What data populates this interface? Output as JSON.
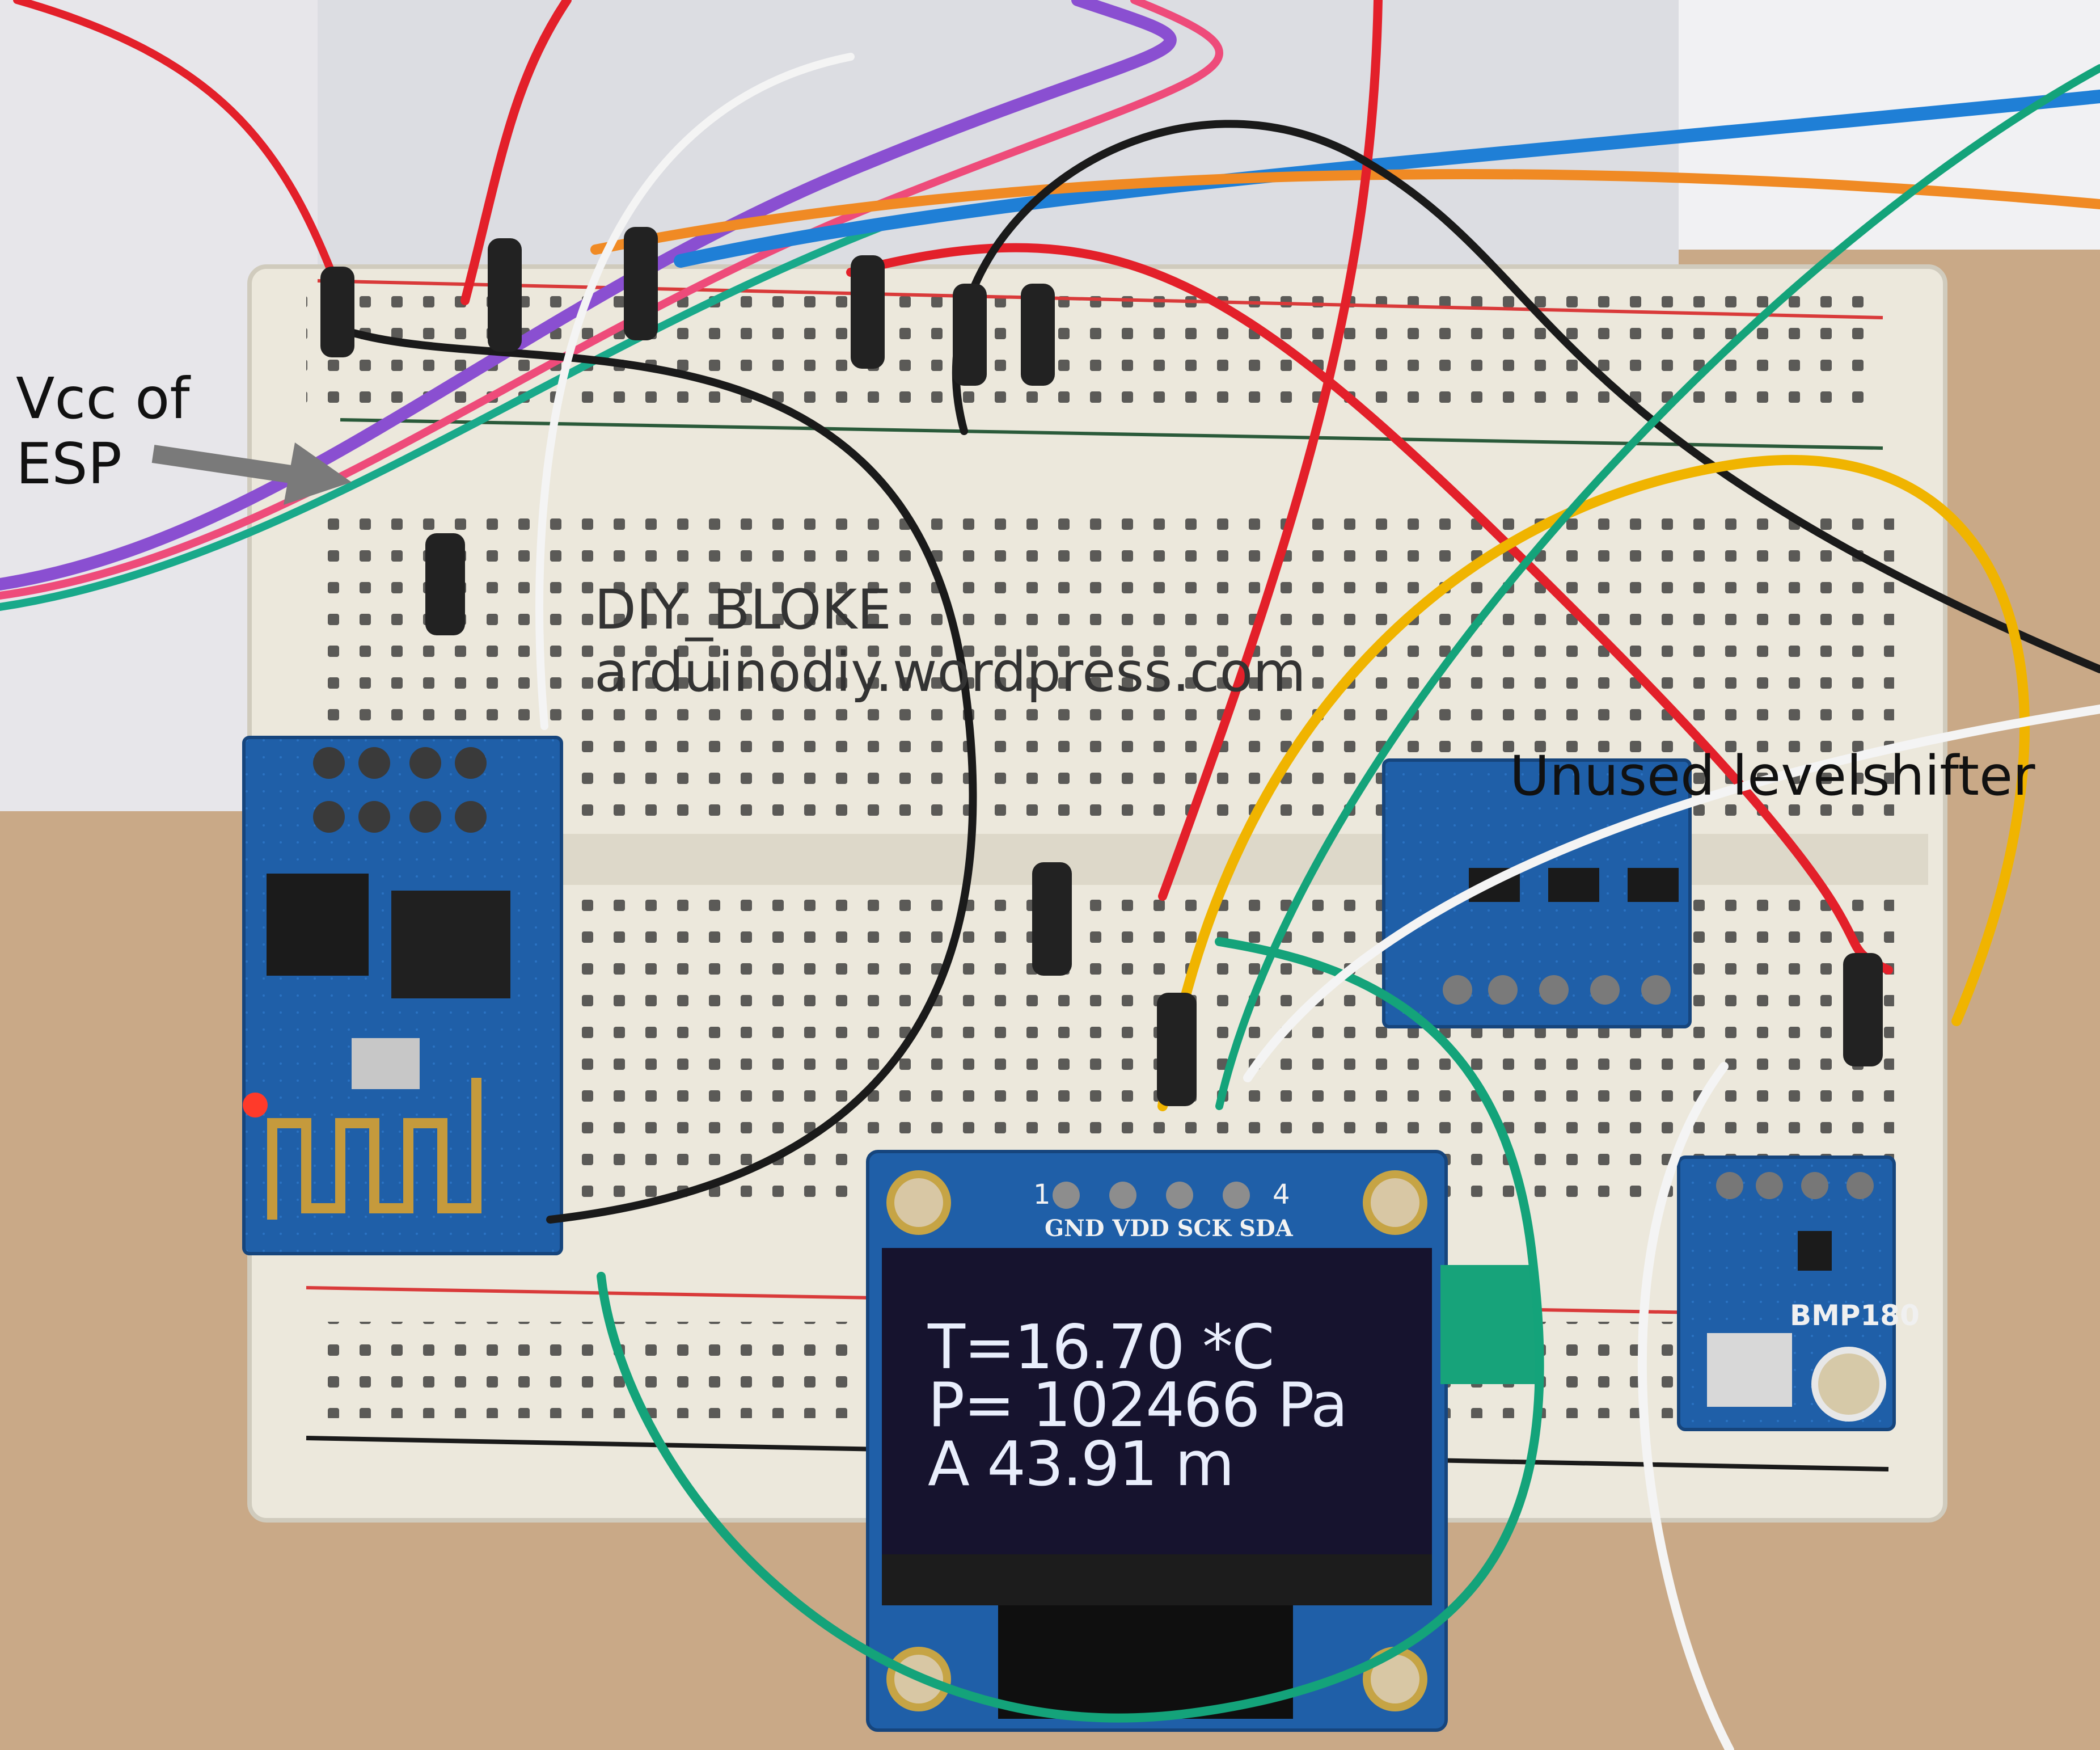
{
  "annotations": {
    "vcc_line1": "Vcc of",
    "vcc_line2": "ESP",
    "brand_line1": "DIY_BLOKE",
    "brand_line2": "arduinodiy.wordpress.com",
    "unused_levelshifter": "Unused levelshifter"
  },
  "oled_display": {
    "temperature": "T=16.70 *C",
    "pressure": "P= 102466 Pa",
    "altitude": "A 43.91 m",
    "pin_labels": "GND VDD SCK SDA",
    "pin_first": "1",
    "pin_last": "4"
  },
  "sensor": {
    "label": "BMP180"
  },
  "colors": {
    "background": "#c9a987",
    "breadboard": "#ece8dc",
    "pcb_blue": "#1f5fa8",
    "oled_screen": "#16132e",
    "wire_red": "#e3202a",
    "wire_black": "#1a1a1a",
    "wire_green": "#14a37a",
    "wire_yellow": "#f0b400",
    "wire_blue": "#1f7fd6",
    "wire_orange": "#f08a24",
    "wire_purple": "#8a4fd1",
    "wire_white": "#f4f4f4"
  }
}
